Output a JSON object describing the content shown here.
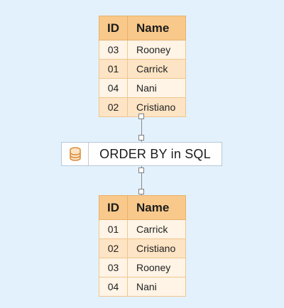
{
  "input_table": {
    "headers": [
      "ID",
      "Name"
    ],
    "rows": [
      {
        "id": "03",
        "name": "Rooney"
      },
      {
        "id": "01",
        "name": "Carrick"
      },
      {
        "id": "04",
        "name": "Nani"
      },
      {
        "id": "02",
        "name": "Cristiano"
      }
    ]
  },
  "process": {
    "label": "ORDER BY in SQL",
    "icon": "database-icon"
  },
  "output_table": {
    "headers": [
      "ID",
      "Name"
    ],
    "rows": [
      {
        "id": "01",
        "name": "Carrick"
      },
      {
        "id": "02",
        "name": "Cristiano"
      },
      {
        "id": "03",
        "name": "Rooney"
      },
      {
        "id": "04",
        "name": "Nani"
      }
    ]
  },
  "colors": {
    "background": "#e3f1fc",
    "header_fill": "#f9c98b",
    "row_light": "#fff4e6",
    "row_dark": "#fde4c4",
    "icon_stroke": "#d98a3a"
  }
}
